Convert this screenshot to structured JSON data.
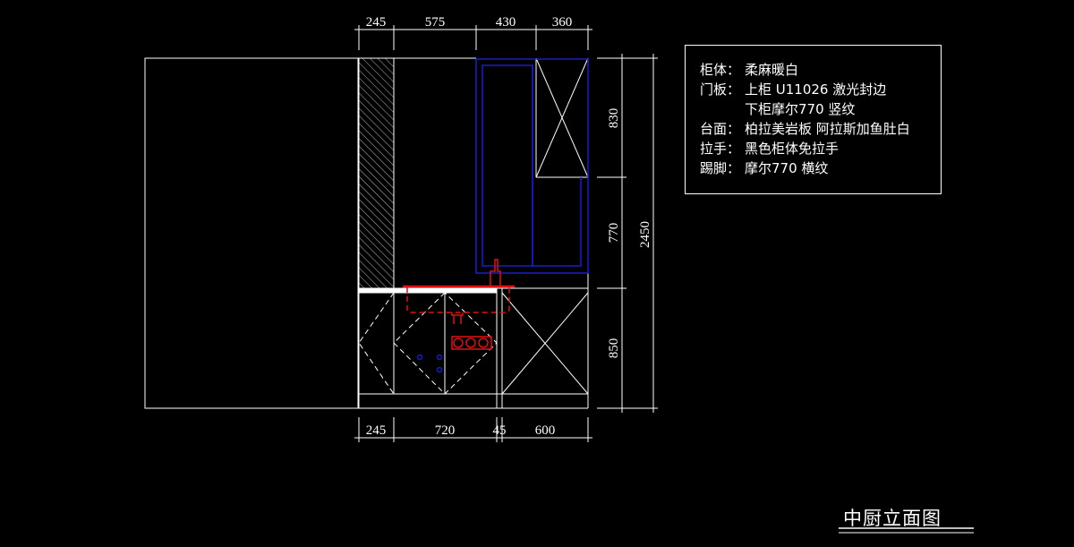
{
  "dimensions": {
    "top": [
      "245",
      "575",
      "430",
      "360"
    ],
    "bottom": [
      "245",
      "720",
      "45",
      "600"
    ],
    "right": [
      "830",
      "770",
      "850"
    ],
    "total_height": "2450"
  },
  "legend": [
    {
      "key": "柜体：",
      "value": "柔麻暖白"
    },
    {
      "key": "门板：",
      "value": "上柜 U11026 激光封边"
    },
    {
      "key": "",
      "value": "下柜摩尔770 竖纹"
    },
    {
      "key": "台面：",
      "value": "柏拉美岩板  阿拉斯加鱼肚白"
    },
    {
      "key": "拉手：",
      "value": "黑色柜体免拉手"
    },
    {
      "key": "踢脚：",
      "value": "摩尔770  横纹"
    }
  ],
  "title": "中厨立面图",
  "colors": {
    "line": "#ffffff",
    "blue": "#1a1ad0",
    "red": "#e01010"
  }
}
